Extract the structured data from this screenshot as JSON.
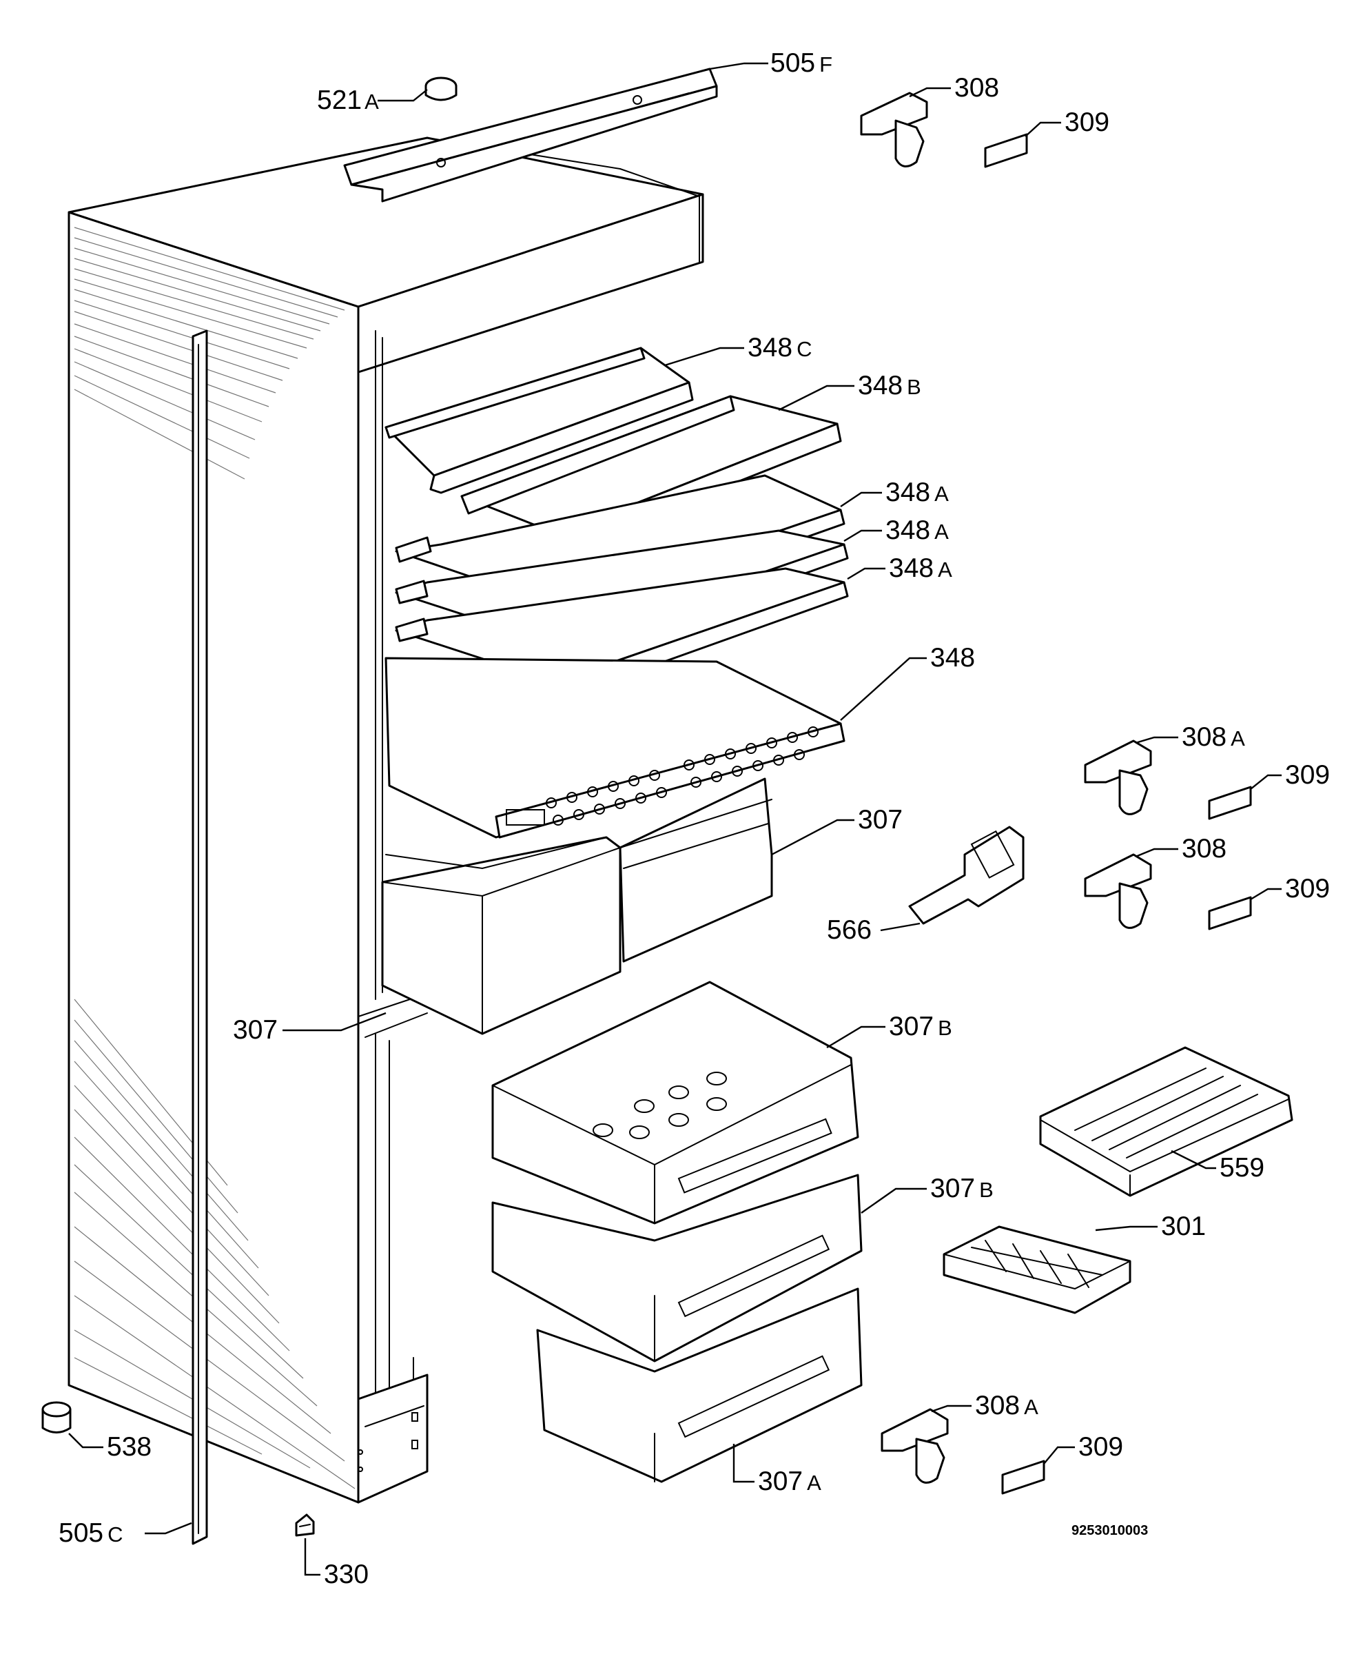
{
  "labels": [
    {
      "id": "505F",
      "num": "505",
      "suffix": "F"
    },
    {
      "id": "521A",
      "num": "521",
      "suffix": "A"
    },
    {
      "id": "308-top",
      "num": "308",
      "suffix": ""
    },
    {
      "id": "309-top",
      "num": "309",
      "suffix": ""
    },
    {
      "id": "348C",
      "num": "348",
      "suffix": "C"
    },
    {
      "id": "348B",
      "num": "348",
      "suffix": "B"
    },
    {
      "id": "348A-1",
      "num": "348",
      "suffix": "A"
    },
    {
      "id": "348A-2",
      "num": "348",
      "suffix": "A"
    },
    {
      "id": "348A-3",
      "num": "348",
      "suffix": "A"
    },
    {
      "id": "348",
      "num": "348",
      "suffix": ""
    },
    {
      "id": "308A-top",
      "num": "308",
      "suffix": "A"
    },
    {
      "id": "309-mid1",
      "num": "309",
      "suffix": ""
    },
    {
      "id": "307-right",
      "num": "307",
      "suffix": ""
    },
    {
      "id": "308-mid",
      "num": "308",
      "suffix": ""
    },
    {
      "id": "309-mid2",
      "num": "309",
      "suffix": ""
    },
    {
      "id": "566",
      "num": "566",
      "suffix": ""
    },
    {
      "id": "307-left",
      "num": "307",
      "suffix": ""
    },
    {
      "id": "307B-1",
      "num": "307",
      "suffix": "B"
    },
    {
      "id": "559",
      "num": "559",
      "suffix": ""
    },
    {
      "id": "307B-2",
      "num": "307",
      "suffix": "B"
    },
    {
      "id": "301",
      "num": "301",
      "suffix": ""
    },
    {
      "id": "308A-bottom",
      "num": "308",
      "suffix": "A"
    },
    {
      "id": "309-bottom",
      "num": "309",
      "suffix": ""
    },
    {
      "id": "538",
      "num": "538",
      "suffix": ""
    },
    {
      "id": "307A",
      "num": "307",
      "suffix": "A"
    },
    {
      "id": "505C",
      "num": "505",
      "suffix": "C"
    },
    {
      "id": "330",
      "num": "330",
      "suffix": ""
    }
  ],
  "drawing_code": "9253010003"
}
